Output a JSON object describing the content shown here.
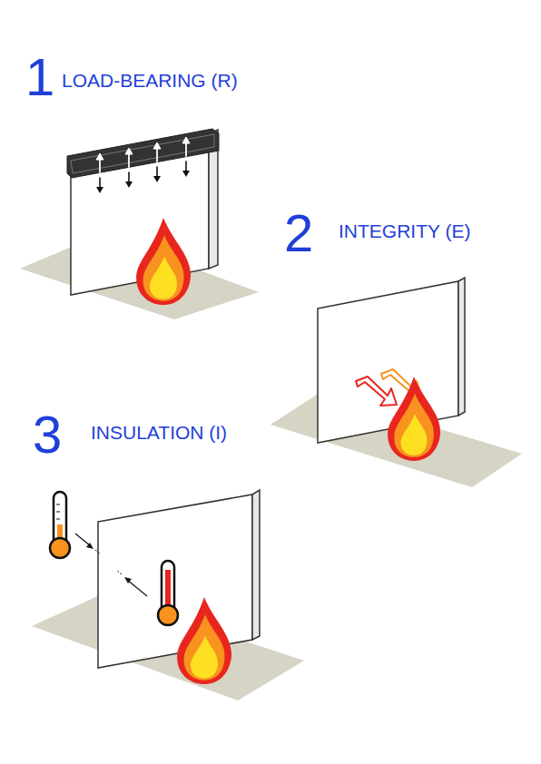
{
  "diagram": {
    "labels": [
      "1",
      "LOAD-BEARING (R)",
      "2",
      "INTEGRITY (E)",
      "3",
      "INSULATION (I)"
    ]
  }
}
